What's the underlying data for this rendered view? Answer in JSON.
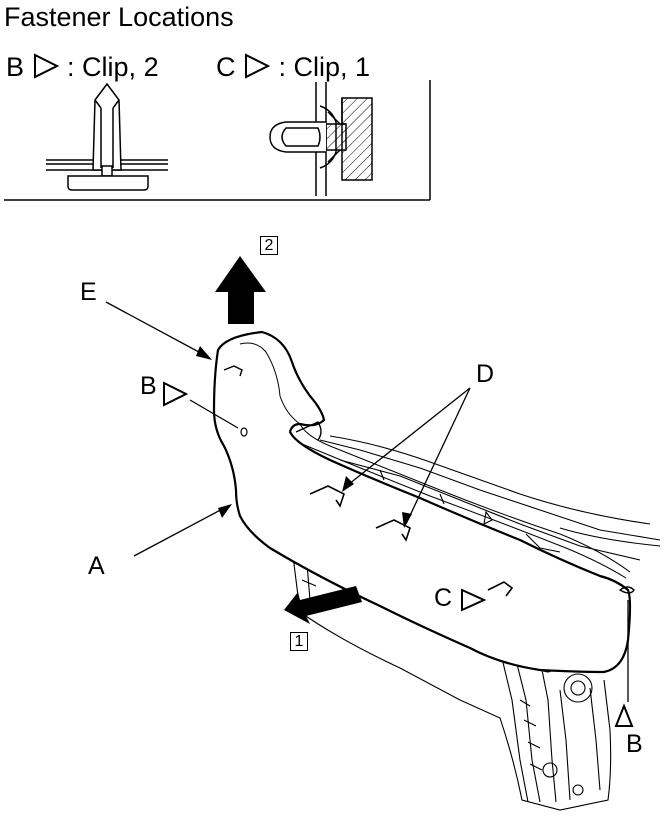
{
  "title": "Fastener Locations",
  "legend": {
    "b_letter": "B",
    "b_text": ": Clip, 2",
    "c_letter": "C",
    "c_text": ": Clip, 1"
  },
  "callouts": {
    "a": "A",
    "b_top": "B",
    "b_bottom": "B",
    "c": "C",
    "d": "D",
    "e": "E",
    "step1": "1",
    "step2": "2"
  }
}
